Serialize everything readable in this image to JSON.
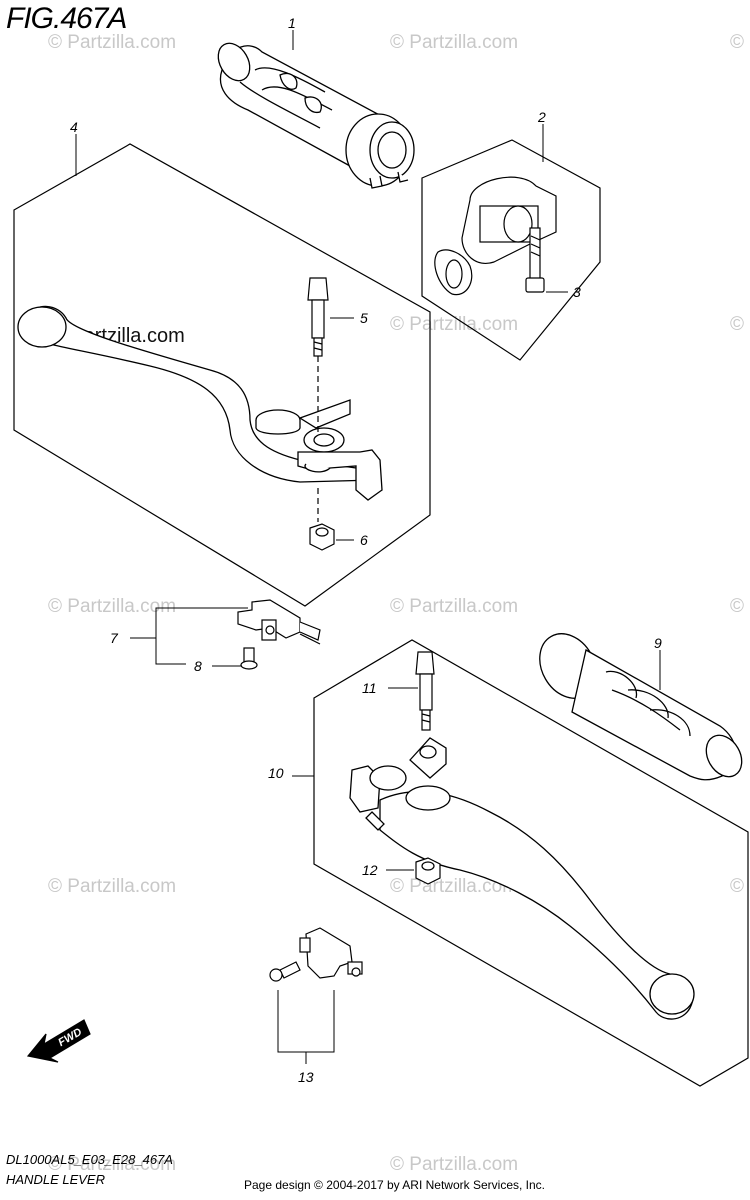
{
  "figure": {
    "title": "FIG.467A",
    "code": "DL1000AL5_E03_E28_467A",
    "name": "HANDLE LEVER",
    "copyright": "Page design © 2004-2017 by ARI Network Services, Inc."
  },
  "watermark": {
    "text": "© Partzilla.com",
    "prominent_text": "© Partzilla.com"
  },
  "direction_arrow": {
    "label": "FWD"
  },
  "callouts": [
    {
      "number": "1",
      "part": "grip"
    },
    {
      "number": "2",
      "part": "throttle-housing"
    },
    {
      "number": "3",
      "part": "screw"
    },
    {
      "number": "4",
      "part": "front-brake-lever-assembly"
    },
    {
      "number": "5",
      "part": "pivot-bolt"
    },
    {
      "number": "6",
      "part": "nut"
    },
    {
      "number": "7",
      "part": "front-stop-switch"
    },
    {
      "number": "8",
      "part": "screw"
    },
    {
      "number": "9",
      "part": "grip"
    },
    {
      "number": "10",
      "part": "clutch-lever-assembly"
    },
    {
      "number": "11",
      "part": "pivot-bolt"
    },
    {
      "number": "12",
      "part": "nut"
    },
    {
      "number": "13",
      "part": "clutch-switch-set"
    }
  ],
  "colors": {
    "line": "#000000",
    "watermark": "#c8c8c8",
    "background": "#ffffff"
  }
}
